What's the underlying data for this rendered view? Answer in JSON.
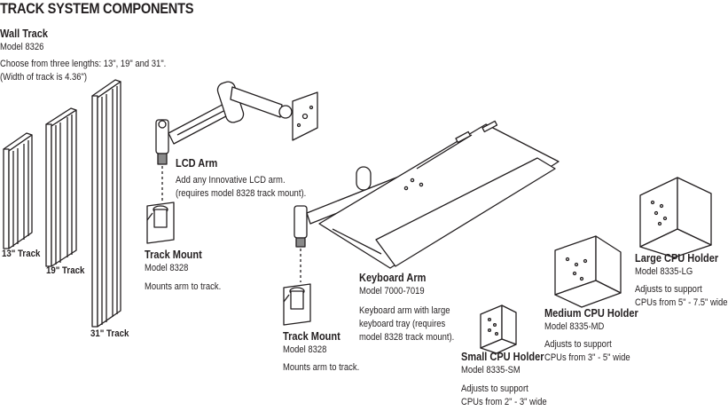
{
  "page": {
    "title": "TRACK SYSTEM COMPONENTS"
  },
  "wall_track": {
    "name": "Wall Track",
    "model": "Model 8326",
    "desc_line1": "Choose from three lengths: 13\", 19\" and 31\".",
    "desc_line2": "(Width of track is 4.36\")",
    "label_13": "13\" Track",
    "label_19": "19\" Track",
    "label_31": "31\" Track"
  },
  "lcd_arm": {
    "name": "LCD Arm",
    "desc_line1": "Add any Innovative LCD arm.",
    "desc_line2": "(requires model 8328 track mount)."
  },
  "track_mount_1": {
    "name": "Track Mount",
    "model": "Model 8328",
    "desc": "Mounts arm to track."
  },
  "keyboard_arm": {
    "name": "Keyboard Arm",
    "model": "Model 7000-7019",
    "desc_line1": "Keyboard arm with large",
    "desc_line2": "keyboard tray (requires",
    "desc_line3": "model 8328 track mount)."
  },
  "track_mount_2": {
    "name": "Track Mount",
    "model": "Model 8328",
    "desc": "Mounts arm to track."
  },
  "small_cpu": {
    "name": "Small CPU Holder",
    "model": "Model 8335-SM",
    "desc_line1": "Adjusts to support",
    "desc_line2": "CPUs from 2\" - 3\" wide"
  },
  "medium_cpu": {
    "name": "Medium CPU Holder",
    "model": "Model 8335-MD",
    "desc_line1": "Adjusts to support",
    "desc_line2": "CPUs from 3\" - 5\" wide"
  },
  "large_cpu": {
    "name": "Large CPU Holder",
    "model": "Model 8335-LG",
    "desc_line1": "Adjusts to support",
    "desc_line2": "CPUs from 5\" - 7.5\" wide"
  }
}
